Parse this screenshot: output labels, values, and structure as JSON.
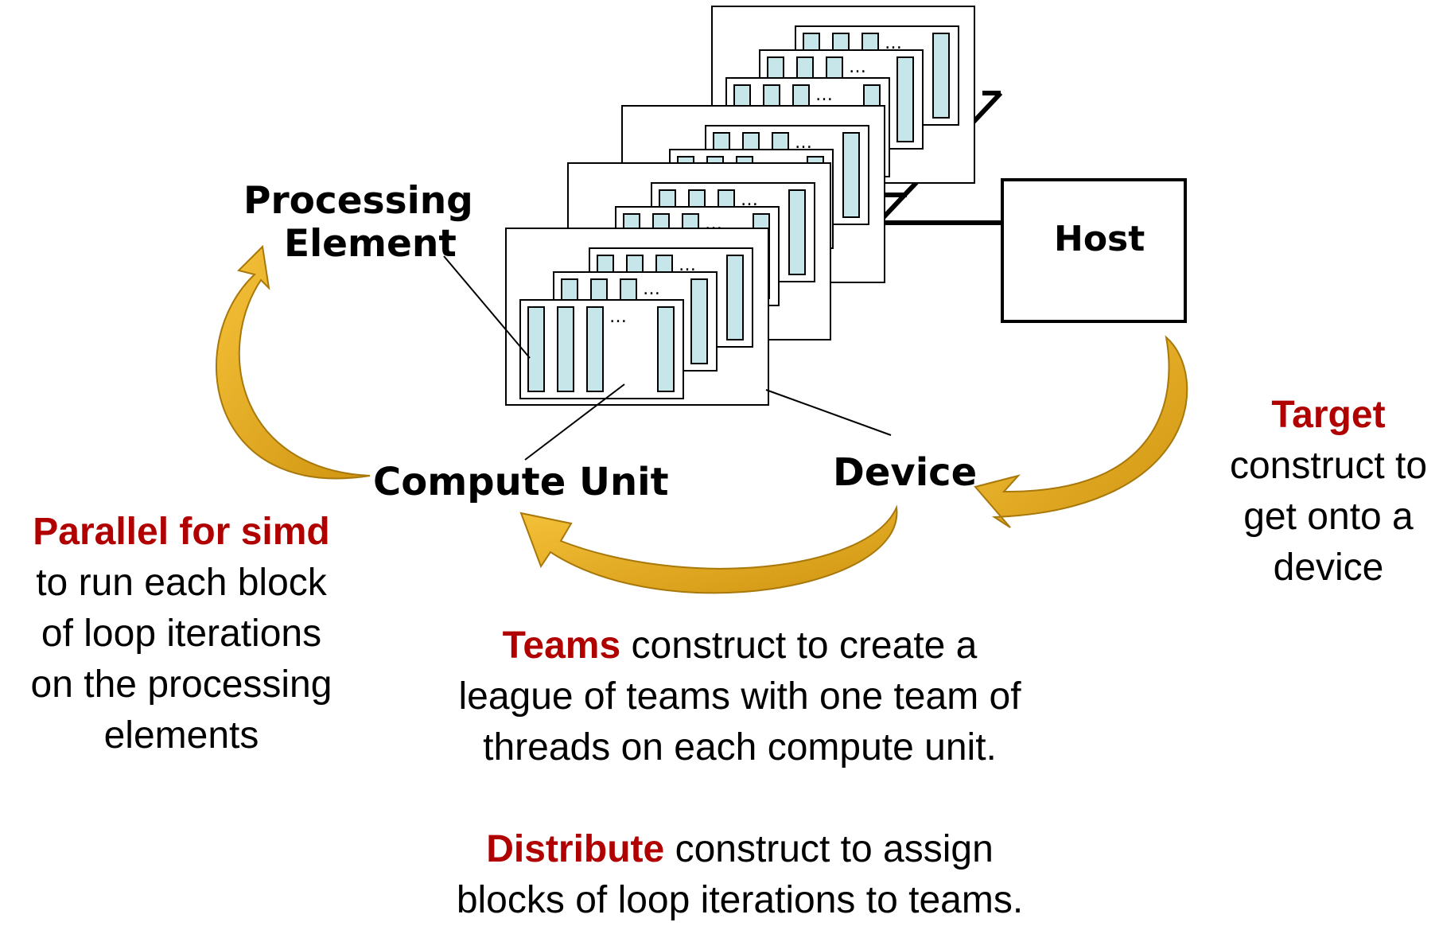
{
  "labels": {
    "processing_element_line1": "Processing",
    "processing_element_line2": "Element",
    "host": "Host",
    "compute_unit": "Compute Unit",
    "device": "Device",
    "ellipsis": "…"
  },
  "captions": {
    "parallel_for_simd": {
      "keyword": "Parallel for simd",
      "lines": [
        "to run each block",
        "of loop iterations",
        "on the processing",
        "elements"
      ]
    },
    "target": {
      "keyword": "Target",
      "lines": [
        "construct to",
        "get onto a",
        "device"
      ]
    },
    "teams": {
      "keyword": "Teams",
      "line1_rest": " construct to create a",
      "lines": [
        "league of teams with one team of",
        "threads on each compute unit."
      ]
    },
    "distribute": {
      "keyword": "Distribute",
      "line1_rest": " construct to assign",
      "lines": [
        "blocks of loop iterations to teams."
      ]
    }
  },
  "colors": {
    "keyword": "#b00000",
    "arrow_fill": "#e6a820",
    "arrow_stroke": "#a8780a",
    "pe_fill": "#c7e6ea"
  }
}
